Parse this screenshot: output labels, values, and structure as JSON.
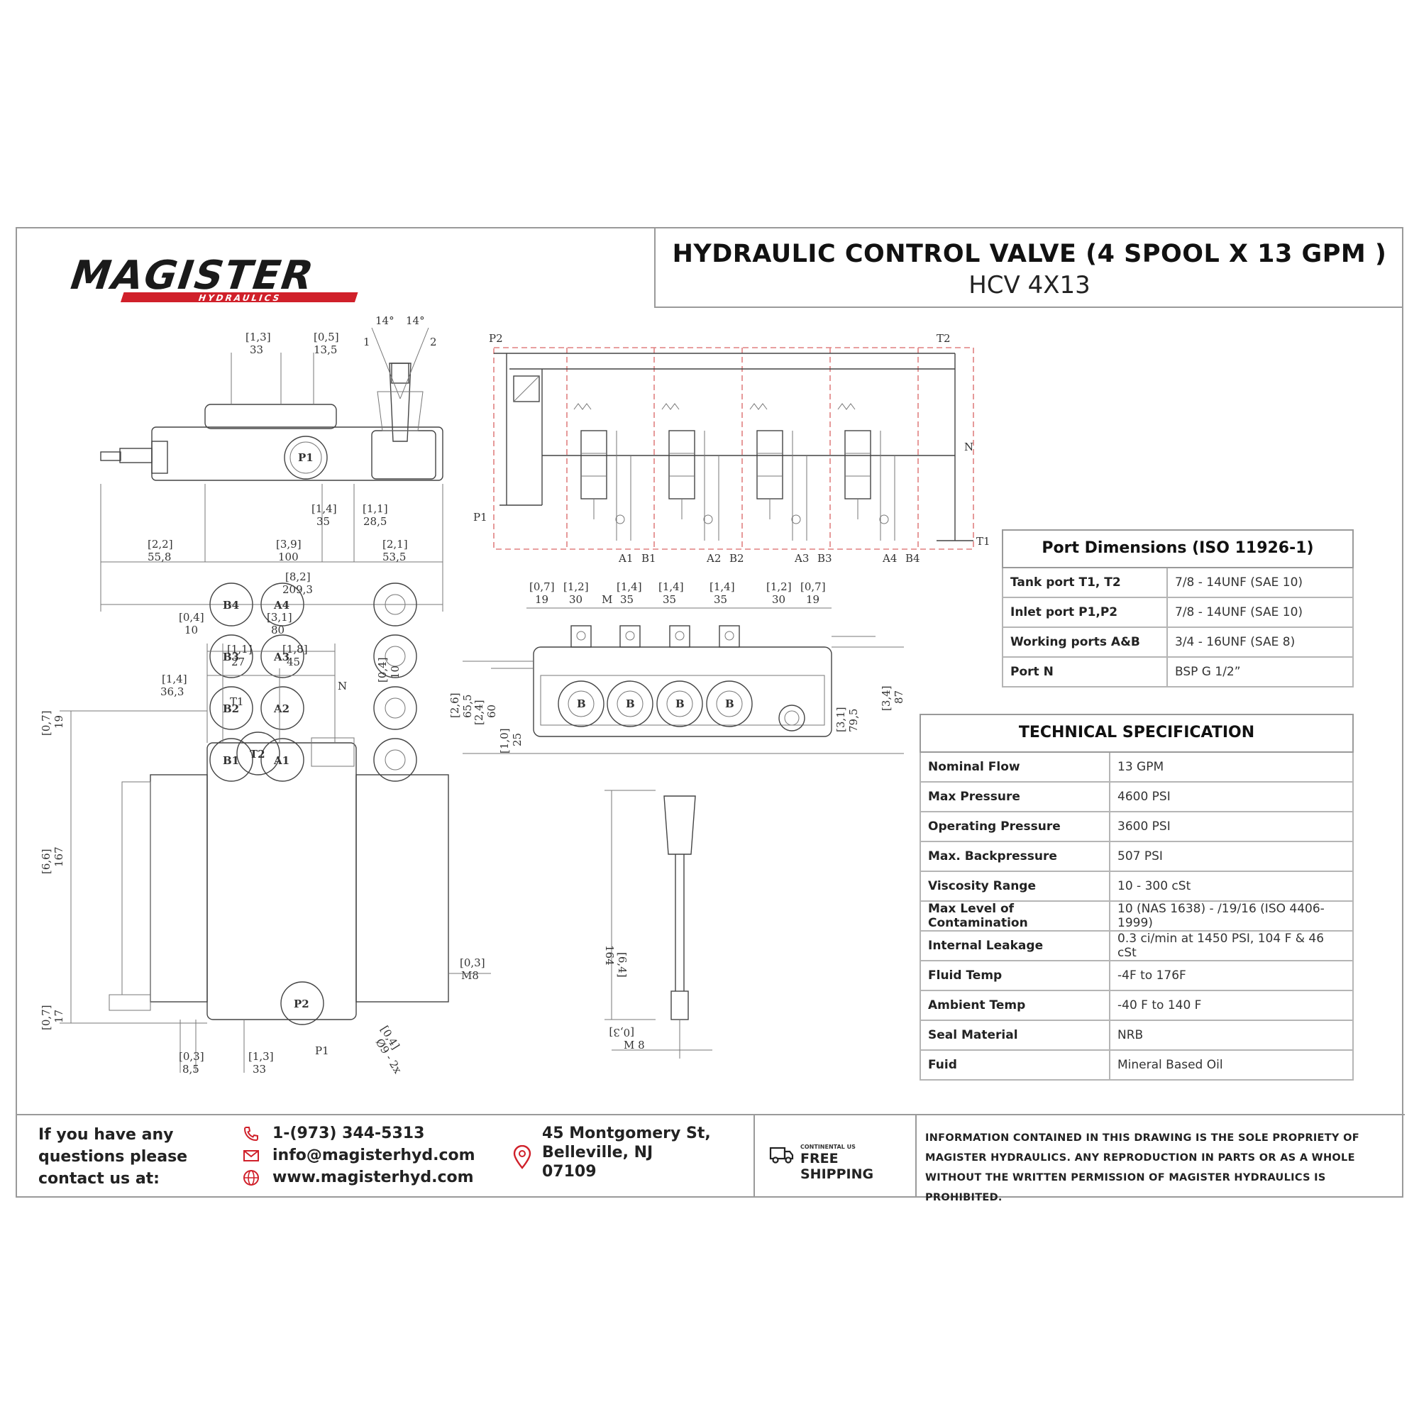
{
  "brand": {
    "name": "MAGISTER",
    "sub": "HYDRAULICS"
  },
  "header": {
    "title": "HYDRAULIC CONTROL VALVE (4 SPOOL X 13 GPM )",
    "model": "HCV 4X13"
  },
  "port_table": {
    "title": "Port Dimensions (ISO 11926-1)",
    "rows": [
      {
        "label": "Tank port T1, T2",
        "value": "7/8 - 14UNF (SAE 10)"
      },
      {
        "label": "Inlet port P1,P2",
        "value": "7/8 - 14UNF (SAE 10)"
      },
      {
        "label": "Working ports A&B",
        "value": "3/4 - 16UNF (SAE 8)"
      },
      {
        "label": "Port N",
        "value": "BSP G 1/2”"
      }
    ]
  },
  "spec_table": {
    "title": "TECHNICAL SPECIFICATION",
    "rows": [
      {
        "label": "Nominal Flow",
        "value": "13 GPM"
      },
      {
        "label": "Max Pressure",
        "value": "4600 PSI"
      },
      {
        "label": "Operating Pressure",
        "value": "3600 PSI"
      },
      {
        "label": "Max. Backpressure",
        "value": "507 PSI"
      },
      {
        "label": "Viscosity Range",
        "value": "10 - 300 cSt"
      },
      {
        "label": "Max Level of Contamination",
        "value": "10 (NAS 1638) - /19/16 (ISO 4406-1999)"
      },
      {
        "label": "Internal Leakage",
        "value": "0.3 ci/min at 1450 PSI, 104 F & 46 cSt"
      },
      {
        "label": "Fluid Temp",
        "value": "-4F to 176F"
      },
      {
        "label": "Ambient Temp",
        "value": "-40 F to 140 F"
      },
      {
        "label": "Seal Material",
        "value": "NRB"
      },
      {
        "label": "Fuid",
        "value": "Mineral Based Oil"
      }
    ]
  },
  "drawing": {
    "side": {
      "angle_l": "14°",
      "angle_r": "14°",
      "pos_1": "1",
      "pos_2": "2",
      "d_33_in": "[1,3]",
      "d_33": "33",
      "d_135_in": "[0,5]",
      "d_135": "13,5",
      "d_35_in": "[1,4]",
      "d_35": "35",
      "d_285_in": "[1,1]",
      "d_285": "28,5",
      "d_558_in": "[2,2]",
      "d_558": "55,8",
      "d_100_in": "[3,9]",
      "d_100": "100",
      "d_535_in": "[2,1]",
      "d_535": "53,5",
      "d_2093_in": "[8,2]",
      "d_2093": "209,3",
      "port": "P1"
    },
    "schematic": {
      "p2": "P2",
      "t2": "T2",
      "p1": "P1",
      "t1": "T1",
      "n": "N",
      "ports": [
        "A1",
        "B1",
        "A2",
        "B2",
        "A3",
        "B3",
        "A4",
        "B4"
      ]
    },
    "front": {
      "top_in": [
        "[0,7]",
        "[1,2]",
        "[1,4]",
        "[1,4]",
        "[1,4]",
        "[1,2]",
        "[0,7]"
      ],
      "top_mm": [
        "19",
        "30",
        "35",
        "35",
        "35",
        "30",
        "19"
      ],
      "m": "M",
      "left_in": [
        "[2,6]",
        "[2,4]",
        "[1,0]"
      ],
      "left_mm": [
        "65,5",
        "60",
        "25"
      ],
      "right_in": [
        "[3,1]",
        "[3,4]"
      ],
      "right_mm": [
        "79,5",
        "87"
      ],
      "port_b": "B"
    },
    "plan": {
      "d10_in": "[0,4]",
      "d10": "10",
      "d80_in": "[3,1]",
      "d80": "80",
      "d27_in": "[1,1]",
      "d27": "27",
      "d45_in": "[1,8]",
      "d45": "45",
      "d363_in": "[1,4]",
      "d363": "36,3",
      "d10v_in": "[0,4]",
      "d10v": "10",
      "d19_in": "[0,7]",
      "d19": "19",
      "d167_in": "[6,6]",
      "d167": "167",
      "d17_in": "[0,7]",
      "d17": "17",
      "d85_in": "[0,3]",
      "d85": "8,5",
      "d33b_in": "[1,3]",
      "d33b": "33",
      "m8_in": "[0,3]",
      "m8": "M8",
      "hole_in": "[0,4]",
      "hole": "Ø9 - 2x",
      "t1": "T1",
      "n": "N",
      "p1": "P1",
      "p2": "P2",
      "t2": "T2",
      "b_ports": [
        "B4",
        "B3",
        "B2",
        "B1"
      ],
      "a_ports": [
        "A4",
        "A3",
        "A2",
        "A1"
      ]
    },
    "handle": {
      "len_in": "[6,4]",
      "len": "164",
      "m_in": "[0,3]",
      "m": "M 8"
    }
  },
  "footer": {
    "ask": "If you have any questions please contact us at:",
    "phone": "1-(973) 344-5313",
    "email": "info@magisterhyd.com",
    "web": "www.magisterhyd.com",
    "addr1": "45 Montgomery St,",
    "addr2": "Belleville, NJ",
    "addr3": "07109",
    "ship_small": "CONTINENTAL US",
    "ship_big": "FREE SHIPPING",
    "legal": "INFORMATION CONTAINED IN THIS DRAWING IS THE SOLE PROPRIETY OF MAGISTER HYDRAULICS. ANY REPRODUCTION IN PARTS OR AS A WHOLE WITHOUT THE WRITTEN PERMISSION OF MAGISTER HYDRAULICS IS PROHIBITED."
  },
  "colors": {
    "brand_red": "#d0202a",
    "border": "#9a9a9a",
    "schematic_red": "#e08080"
  }
}
